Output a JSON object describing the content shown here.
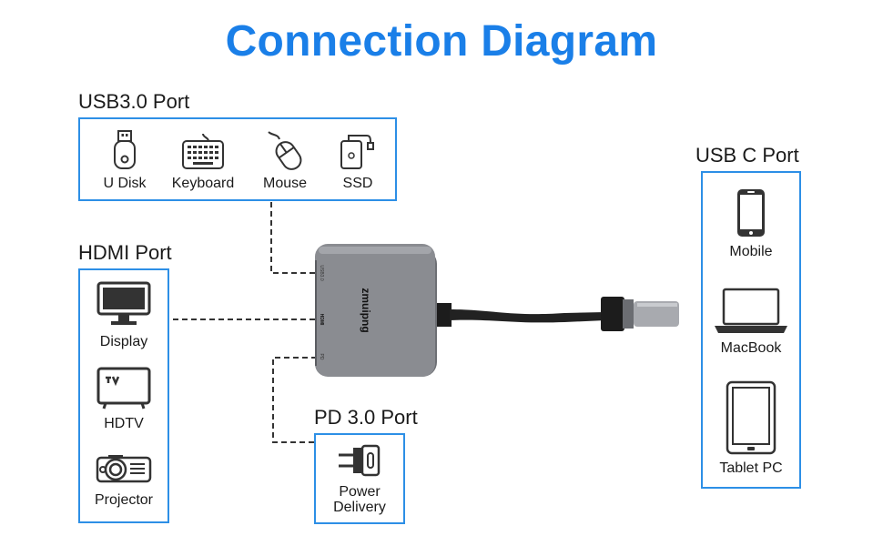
{
  "title": "Connection Diagram",
  "colors": {
    "title": "#1a7fe8",
    "box_border": "#2d8fe6",
    "hub_body": "#8a8c91",
    "icon_stroke": "#333333"
  },
  "usb3": {
    "label": "USB3.0 Port",
    "items": [
      {
        "label": "U Disk",
        "icon": "usb-disk-icon"
      },
      {
        "label": "Keyboard",
        "icon": "keyboard-icon"
      },
      {
        "label": "Mouse",
        "icon": "mouse-icon"
      },
      {
        "label": "SSD",
        "icon": "ssd-icon"
      }
    ]
  },
  "hdmi": {
    "label": "HDMI Port",
    "items": [
      {
        "label": "Display",
        "icon": "monitor-icon"
      },
      {
        "label": "HDTV",
        "icon": "tv-icon"
      },
      {
        "label": "Projector",
        "icon": "projector-icon"
      }
    ]
  },
  "pd": {
    "label": "PD 3.0 Port",
    "item_line1": "Power",
    "item_line2": "Delivery",
    "icon": "power-plug-icon"
  },
  "usbc": {
    "label": "USB C Port",
    "items": [
      {
        "label": "Mobile",
        "icon": "smartphone-icon"
      },
      {
        "label": "MacBook",
        "icon": "laptop-icon"
      },
      {
        "label": "Tablet PC",
        "icon": "tablet-icon"
      }
    ]
  },
  "hub": {
    "brand": "zmuipng",
    "port_labels": [
      "USB3.0",
      "HDMI",
      "PD"
    ]
  }
}
